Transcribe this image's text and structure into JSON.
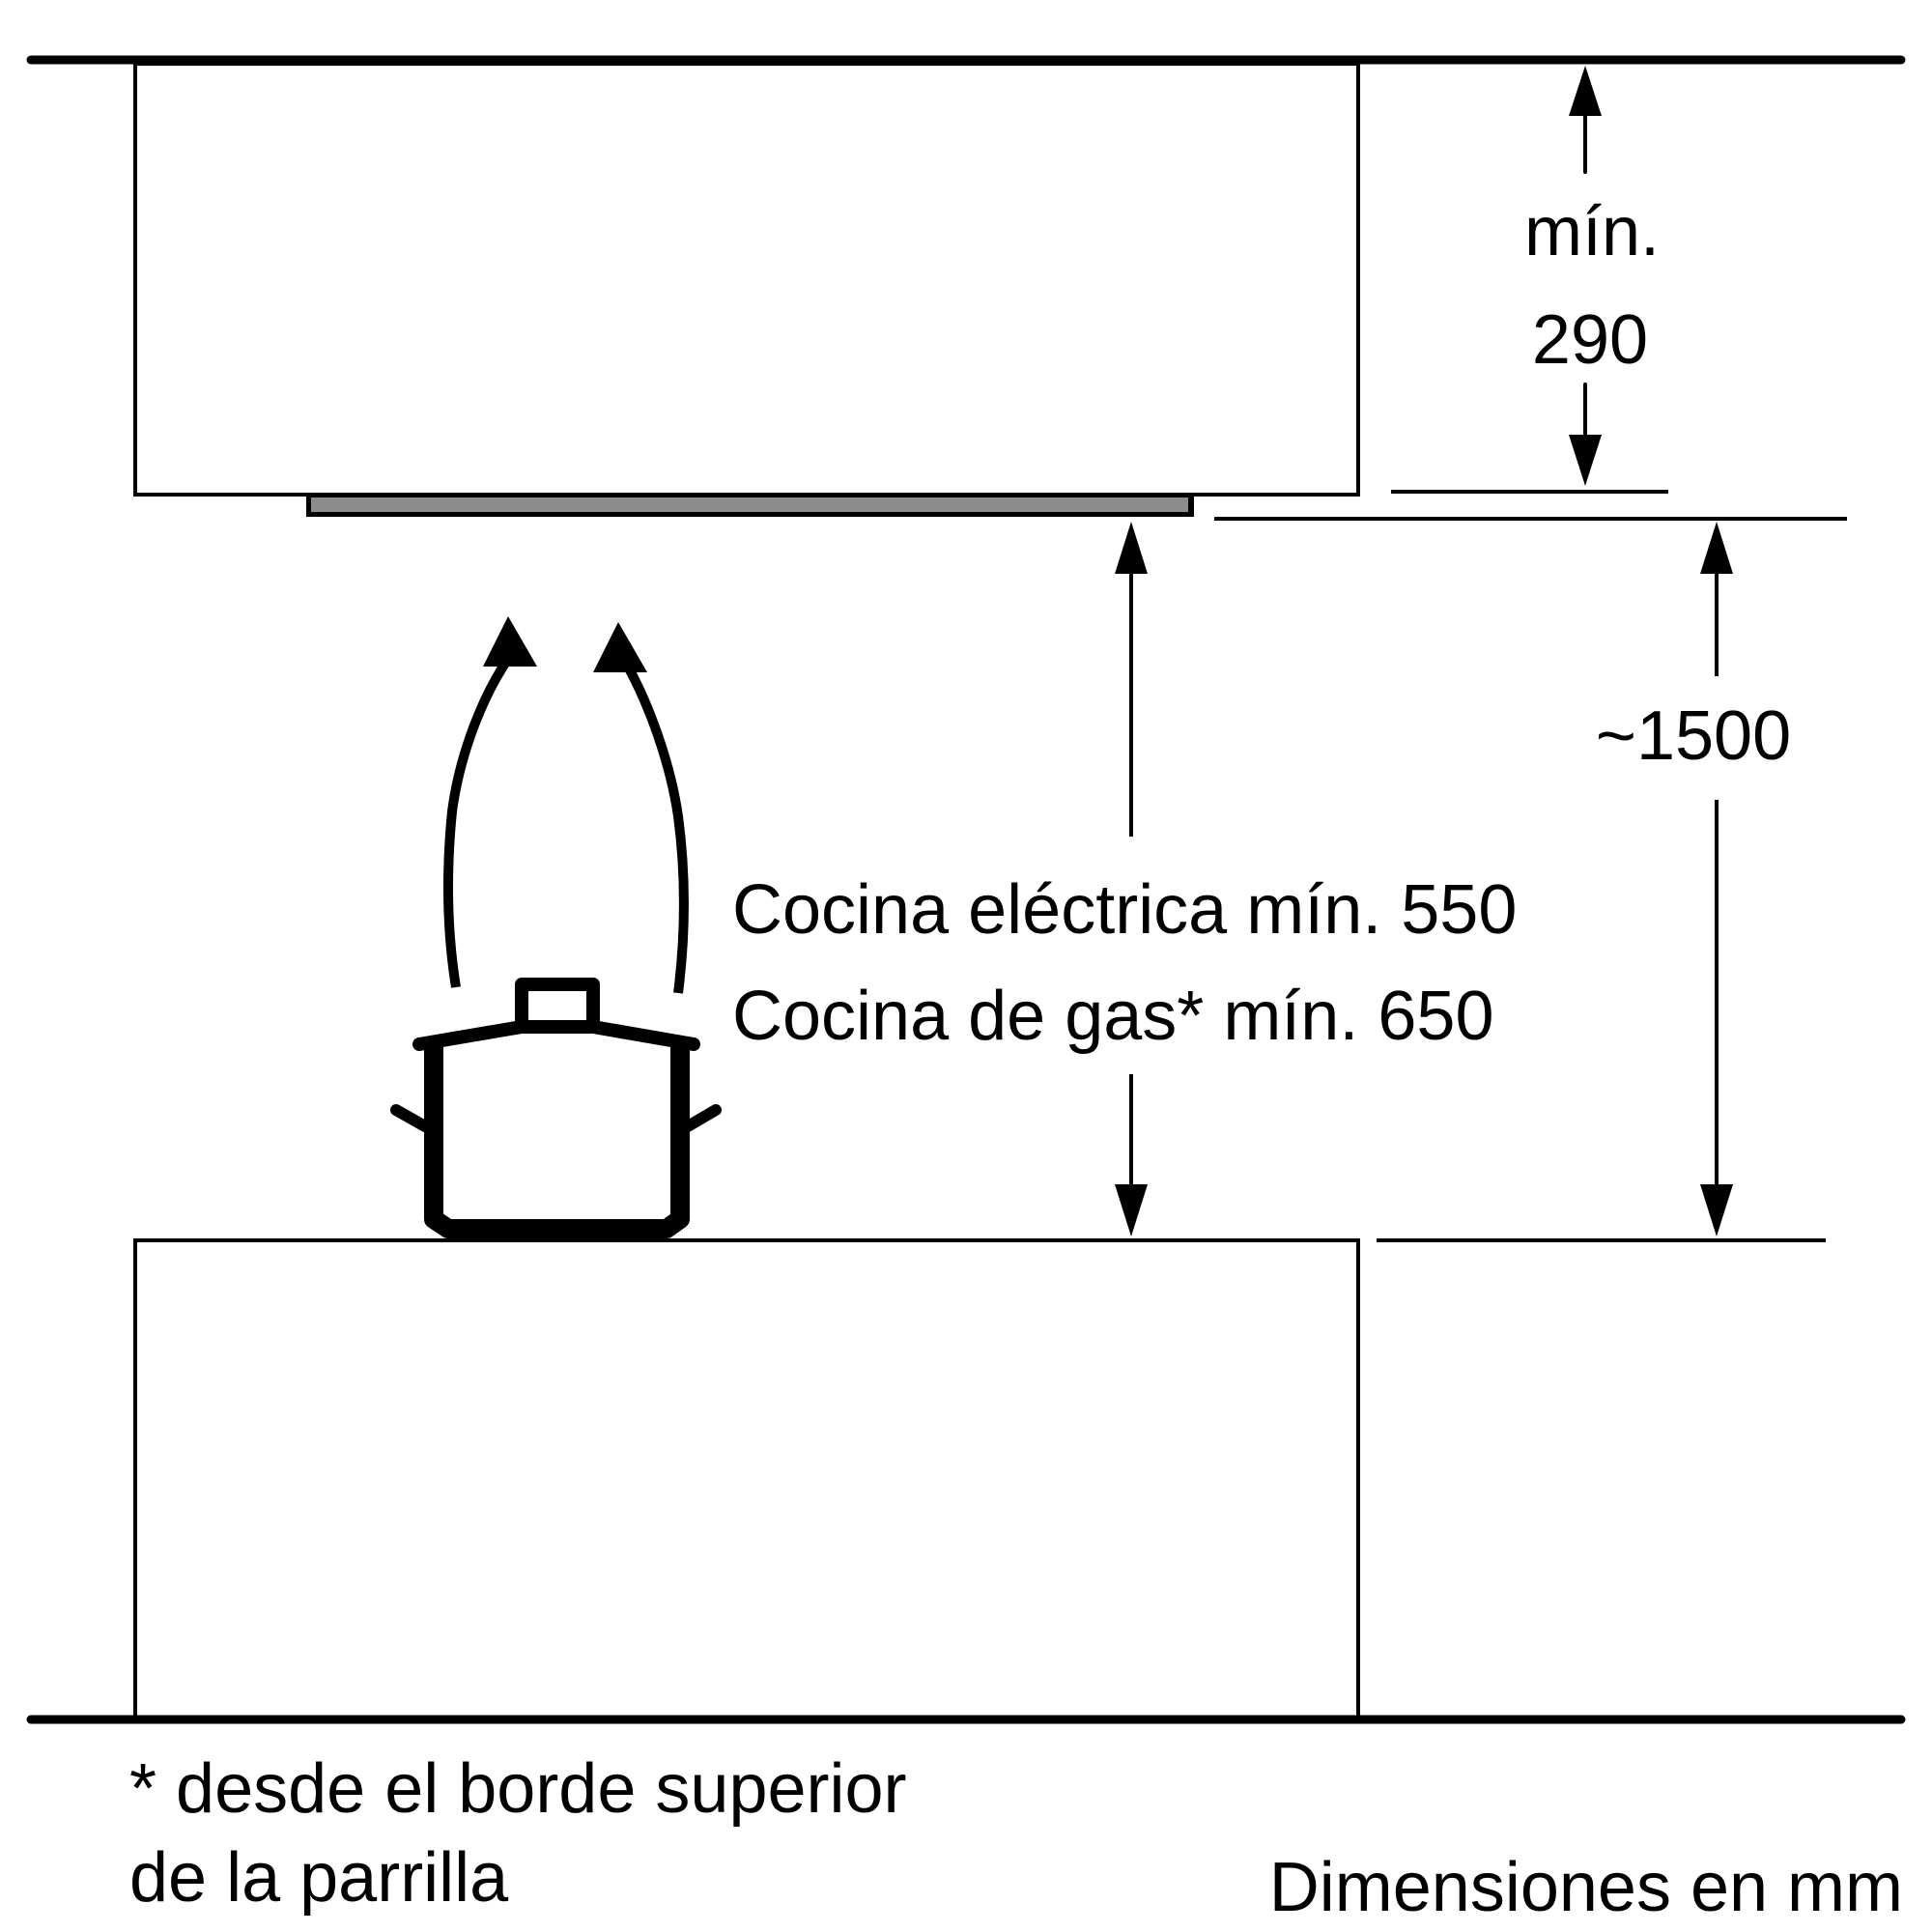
{
  "diagram": {
    "title": "Range hood installation clearances",
    "colors": {
      "line": "#000000",
      "hood_fill": "#8c8c8c",
      "background": "#ffffff"
    },
    "labels": {
      "top_dimension_line1": "mín.",
      "top_dimension_line2": "290",
      "total_height": "~1500",
      "electric_hob": "Cocina eléctrica mín. 550",
      "gas_hob": "Cocina de gas* mín. 650",
      "footnote_line1": "* desde el borde superior",
      "footnote_line2": "de la parrilla",
      "units": "Dimensiones en mm"
    },
    "dimensions": {
      "hood_to_ceiling_min_mm": 290,
      "counter_to_hood_total_mm": 1500,
      "electric_hob_min_mm": 550,
      "gas_hob_min_mm": 650
    },
    "icons": [
      "pot-icon",
      "steam-arrow-icon",
      "steam-arrow-icon"
    ]
  }
}
